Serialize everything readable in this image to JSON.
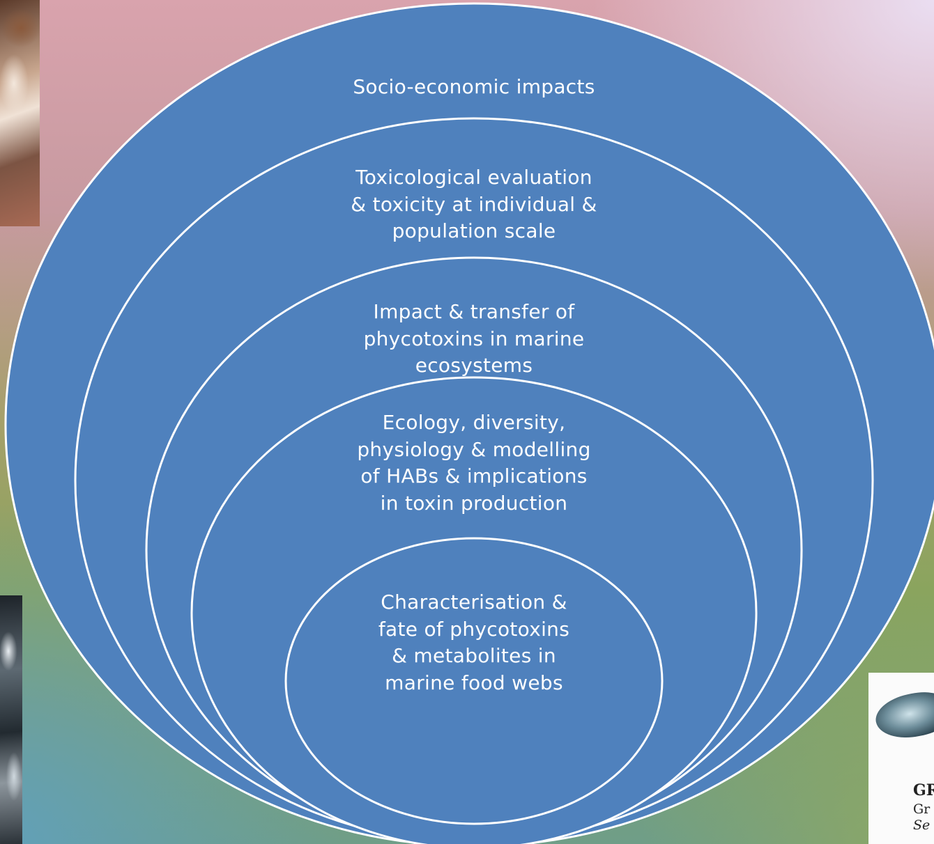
{
  "diagram": {
    "fill_color": "#4f81bd",
    "stroke_color": "#ffffff",
    "layers": [
      {
        "label": "Socio-economic impacts"
      },
      {
        "label": "Toxicological evaluation\n& toxicity at individual  &\npopulation scale"
      },
      {
        "label": "Impact & transfer of\nphycotoxins in marine\necosystems"
      },
      {
        "label": "Ecology, diversity,\nphysiology & modelling\nof HABs & implications\nin toxin production"
      },
      {
        "label": "Characterisation &\nfate of  phycotoxins\n& metabolites in\nmarine food webs"
      }
    ]
  },
  "logo": {
    "line1": "GR",
    "line2": "Gr",
    "line3": "Se"
  }
}
